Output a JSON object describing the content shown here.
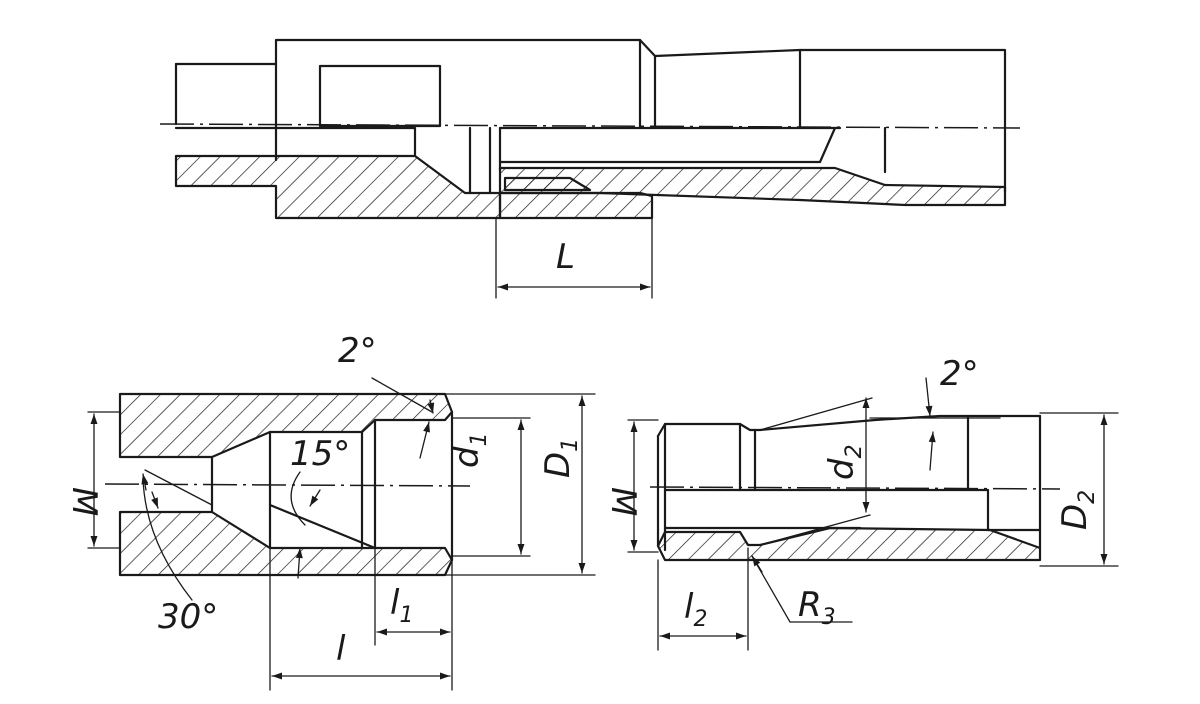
{
  "labels": {
    "L": "L",
    "angle_2_left": "2°",
    "angle_15": "15°",
    "angle_30": "30°",
    "M_left": "M",
    "d1": "d",
    "d1_sub": "1",
    "D1": "D",
    "D1_sub": "1",
    "l": "l",
    "l1": "l",
    "l1_sub": "1",
    "angle_2_right": "2°",
    "M_right": "M",
    "d2": "d",
    "d2_sub": "2",
    "D2": "D",
    "D2_sub": "2",
    "l2": "l",
    "l2_sub": "2",
    "R3": "R",
    "R3_sub": "3"
  }
}
